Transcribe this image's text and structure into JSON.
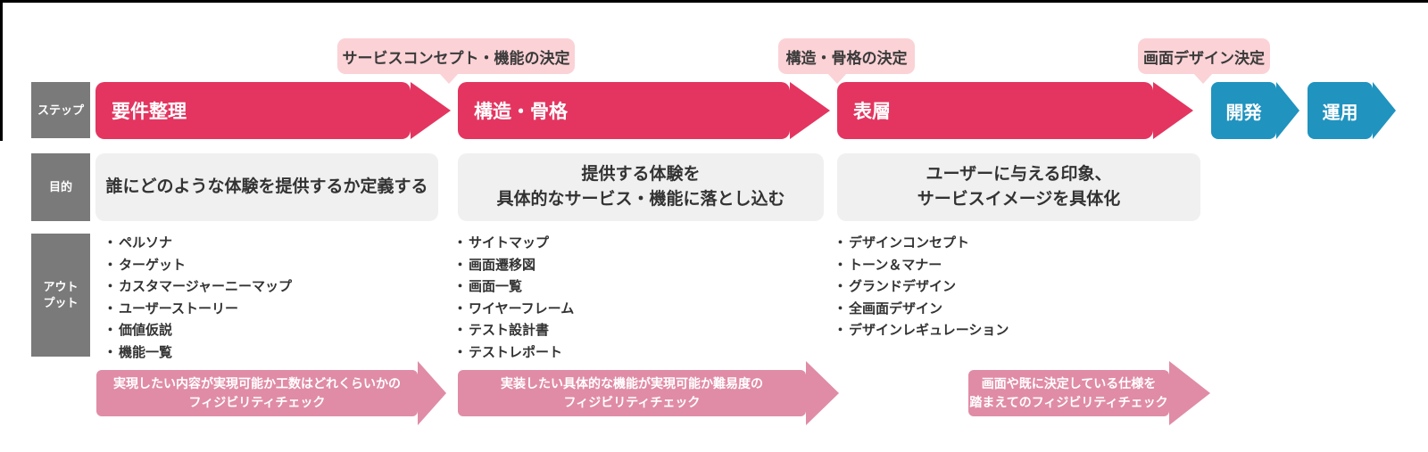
{
  "colors": {
    "crimson": "#E33560",
    "blue": "#2093BF",
    "gray_label": "#7A7A7A",
    "light_gray": "#F0F0F0",
    "pink_callout": "#FBD2D6",
    "pink_arrow": "#E08CA6",
    "text_dark": "#333333"
  },
  "callouts": [
    "サービスコンセプト・機能の決定",
    "構造・骨格の決定",
    "画面デザイン決定"
  ],
  "row_labels": {
    "step": "ステップ",
    "purpose": "目的",
    "output": [
      "アウト",
      "プット"
    ]
  },
  "steps": [
    "要件整理",
    "構造・骨格",
    "表層",
    "開発",
    "運用"
  ],
  "purposes": [
    {
      "lines": [
        "誰にどのような体験を提供するか定義する"
      ]
    },
    {
      "lines": [
        "提供する体験を",
        "具体的なサービス・機能に落とし込む"
      ]
    },
    {
      "lines": [
        "ユーザーに与える印象、",
        "サービスイメージを具体化"
      ]
    }
  ],
  "outputs": [
    [
      "ペルソナ",
      "ターゲット",
      "カスタマージャーニーマップ",
      "ユーザーストーリー",
      "価値仮説",
      "機能一覧"
    ],
    [
      "サイトマップ",
      "画面遷移図",
      "画面一覧",
      "ワイヤーフレーム",
      "テスト設計書",
      "テストレポート"
    ],
    [
      "デザインコンセプト",
      "トーン＆マナー",
      "グランドデザイン",
      "全画面デザイン",
      "デザインレギュレーション"
    ]
  ],
  "feasibility": [
    {
      "lines": [
        "実現したい内容が実現可能か工数はどれくらいかの",
        "フィジビリティチェック"
      ]
    },
    {
      "lines": [
        "実装したい具体的な機能が実現可能か難易度の",
        "フィジビリティチェック"
      ]
    },
    {
      "lines": [
        "画面や既に決定している仕様を",
        "踏まえてのフィジビリティチェック"
      ]
    }
  ]
}
